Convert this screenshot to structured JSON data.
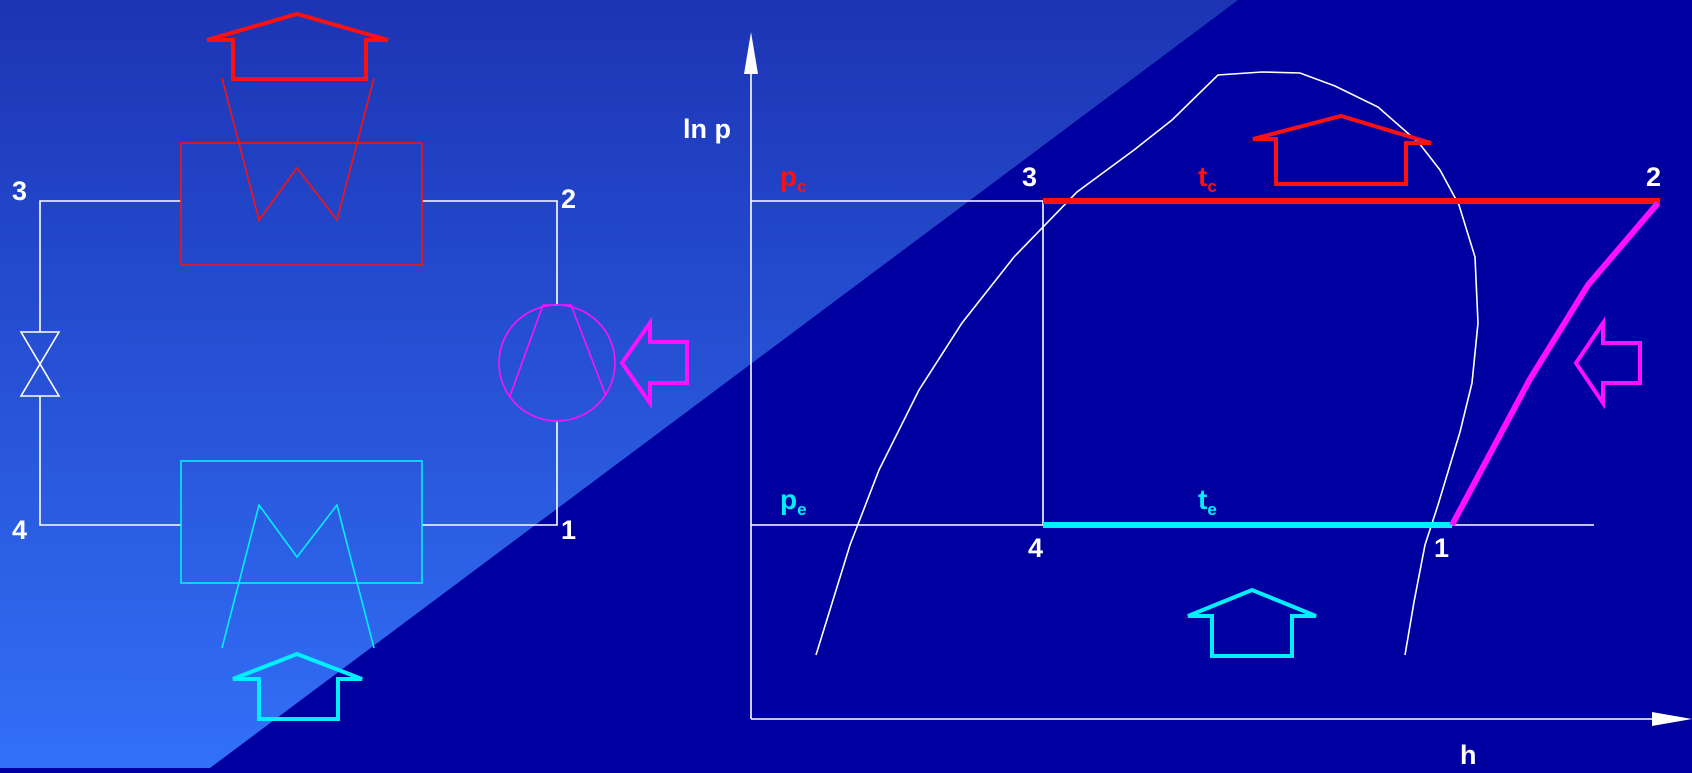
{
  "colors": {
    "background": "#0000a0",
    "panel_gradient_top": "#1c34b4",
    "panel_gradient_bottom": "#3270f8",
    "line": "#ffffff",
    "condenser": "#ff1010",
    "evaporator": "#00f0ff",
    "compressor": "#ff10ff",
    "label": "#ffffff"
  },
  "cycle_schematic": {
    "point_labels": {
      "p1": "1",
      "p2": "2",
      "p3": "3",
      "p4": "4"
    },
    "components": [
      "condenser",
      "evaporator",
      "compressor",
      "expansion-valve"
    ]
  },
  "ph_diagram": {
    "y_axis_label": "ln p",
    "x_axis_label": "h",
    "condensing_pressure": {
      "symbol": "p",
      "subscript": "c"
    },
    "evaporating_pressure": {
      "symbol": "p",
      "subscript": "e"
    },
    "condensing_temperature": {
      "symbol": "t",
      "subscript": "c"
    },
    "evaporating_temperature": {
      "symbol": "t",
      "subscript": "e"
    },
    "point_labels": {
      "p1": "1",
      "p2": "2",
      "p3": "3",
      "p4": "4"
    }
  }
}
